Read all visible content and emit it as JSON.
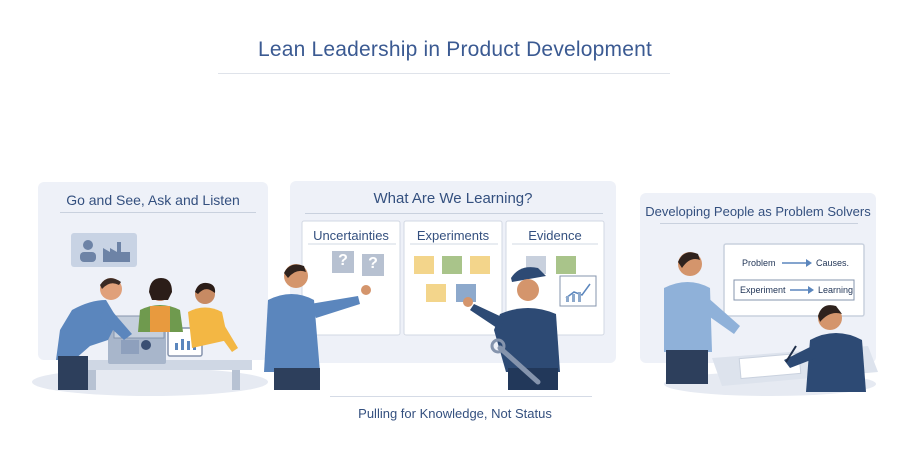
{
  "title": "Lean Leadership in Product Development",
  "caption": "Pulling for Knowledge, Not Status",
  "panels": {
    "left": {
      "title": "Go and See, Ask and Listen"
    },
    "center": {
      "title": "What Are We Learning?",
      "columns": [
        "Uncertainties",
        "Experiments",
        "Evidence"
      ],
      "question_mark": "?"
    },
    "right": {
      "title": "Developing People as Problem Solvers",
      "flow": {
        "problem": "Problem",
        "causes": "Causes.",
        "experiment": "Experiment",
        "learning": "Learning"
      }
    }
  },
  "colors": {
    "title": "#3b5a92",
    "text": "#34507f",
    "panel_bg": "#eef1f8",
    "shirt_blue": "#5b86bd",
    "navy": "#2d4a74",
    "sticky_yellow": "#f3d58b",
    "sticky_green": "#a9c48a",
    "sticky_blue": "#8da9cc"
  }
}
